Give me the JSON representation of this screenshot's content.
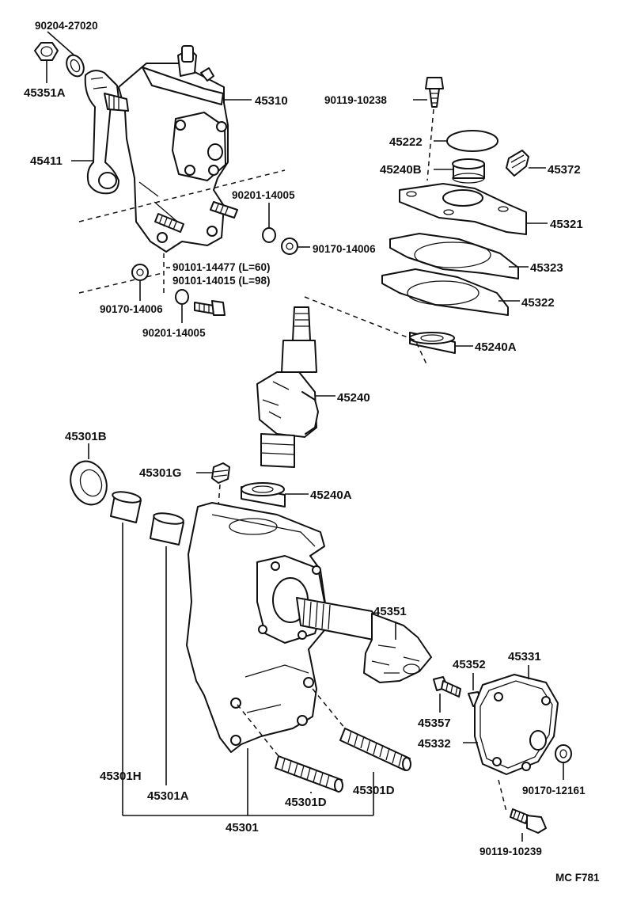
{
  "diagram_id": "MC F781",
  "labels": {
    "p90204_27020": "90204-27020",
    "p45351A": "45351A",
    "p45411": "45411",
    "p45310": "45310",
    "p90201_14005a": "90201-14005",
    "p90170_14006a": "90170-14006",
    "p90101_14477": "90101-14477 (L=60)",
    "p90101_14015": "90101-14015 (L=98)",
    "p90170_14006b": "90170-14006",
    "p90201_14005b": "90201-14005",
    "p90119_10238": "90119-10238",
    "p45222": "45222",
    "p45240B": "45240B",
    "p45372": "45372",
    "p45321": "45321",
    "p45323": "45323",
    "p45322": "45322",
    "p45240A_top": "45240A",
    "p45240": "45240",
    "p45301B": "45301B",
    "p45301G": "45301G",
    "p45240A_mid": "45240A",
    "p45351": "45351",
    "p45352": "45352",
    "p45331": "45331",
    "p45357": "45357",
    "p45332": "45332",
    "p90170_12161": "90170-12161",
    "p45301H": "45301H",
    "p45301A": "45301A",
    "p45301D_left": "45301D",
    "p45301D_right": "45301D",
    "p45301": "45301",
    "p90119_10239": "90119-10239"
  }
}
